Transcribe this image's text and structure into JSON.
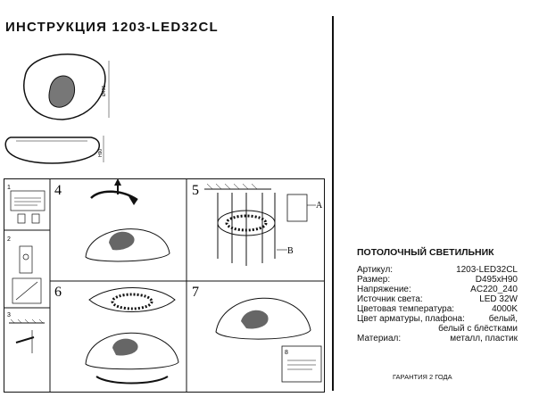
{
  "header": {
    "title": "ИНСТРУКЦИЯ 1203-LED32CL"
  },
  "diagram": {
    "steps": [
      "4",
      "5",
      "6",
      "7",
      "8"
    ],
    "sub_steps": [
      "1",
      "2",
      "3"
    ],
    "callouts": [
      "A",
      "B"
    ]
  },
  "product": {
    "title": "ПОТОЛОЧНЫЙ СВЕТИЛЬНИК",
    "specs": [
      {
        "label": "Артикул:",
        "value": "1203-LED32CL"
      },
      {
        "label": "Размер:",
        "value": "D495хH90"
      },
      {
        "label": "Напряжение:",
        "value": "AC220_240"
      },
      {
        "label": "Источник света:",
        "value": "LED 32W"
      },
      {
        "label": "Цветовая температура:",
        "value": "4000K"
      },
      {
        "label": "Цвет арматуры, плафона:",
        "value": "белый,"
      },
      {
        "label": "",
        "value": "белый с блёстками"
      },
      {
        "label": "Материал:",
        "value": "металл, пластик"
      }
    ],
    "warranty": "ГАРАНТИЯ 2 ГОДА"
  }
}
